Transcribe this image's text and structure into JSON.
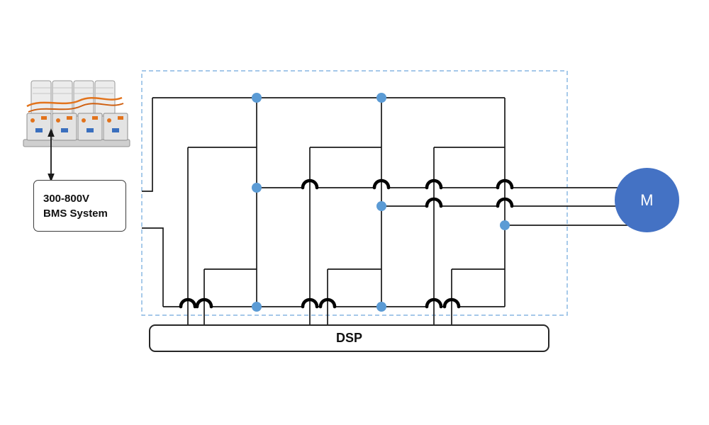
{
  "diagram": {
    "bms_box": {
      "line1": "300-800V",
      "line2": "BMS System"
    },
    "dsp_box": {
      "label": "DSP"
    },
    "motor": {
      "label": "M"
    }
  },
  "colors": {
    "node": "#5b9bd5",
    "motor_fill": "#4472c4",
    "motor_text": "#ffffff",
    "wire": "#1a1a1a",
    "hop": "#000000",
    "dashed_border": "#6fa8dc",
    "box_border": "#3c3c3c",
    "cable_orange": "#e2731c"
  },
  "icons": {
    "battery_pack": "battery-pack-image",
    "junction_node": "blue filled dot",
    "wire_hop": "semicircle crossover arc",
    "double_arrow": "vertical double-headed arrow"
  }
}
